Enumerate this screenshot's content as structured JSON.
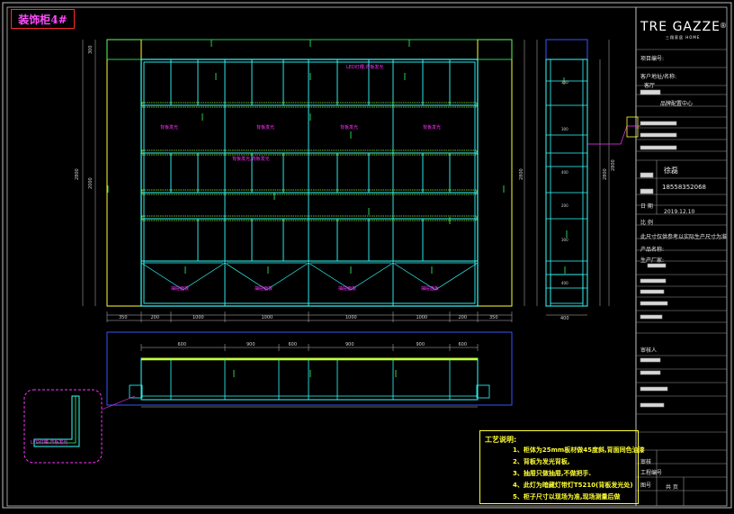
{
  "drawing_title": "装饰柜4#",
  "brand": {
    "logo": "TRE GAZZE",
    "logo_mark": "®",
    "tagline": "三翔家居 HOME"
  },
  "title_block": {
    "field_project": "项目编号:",
    "field_address": "客户地址/名称:",
    "room": "客厅",
    "category": "品牌配置中心",
    "designer_name": "徐磊",
    "phone": "18558352068",
    "date_label": "日 期",
    "date_value": "2019.12.10",
    "scale_label": "比 例",
    "disclaimer": "此尺寸仅供参考以实际生产尺寸为准",
    "product_name": "产品名称:",
    "manufacturer": "生产厂家:",
    "fields_extra": [
      "",
      "",
      "",
      ""
    ],
    "approver": "审核人",
    "sign_rows": [
      "审核",
      "工程编号",
      "图号"
    ],
    "page_label": "共 页"
  },
  "labels": {
    "glass_shelf": "背板发光",
    "lamp_note": "LED灯槽,背板发光",
    "lamp_note2": "背板发光,背板发光",
    "drawer": "抽屉面板",
    "detail_note": "LED灯带,背板发光"
  },
  "dims": {
    "top_h": "300",
    "total_h": "2800",
    "left_h": "2000",
    "right_h": "2800",
    "side_w": "400",
    "bottom_parts": [
      "350",
      "200",
      "1000",
      "1000",
      "1000",
      "1000",
      "200",
      "350"
    ],
    "plan_parts": [
      "600",
      "900",
      "600",
      "900",
      "900",
      "600"
    ],
    "side_sections": [
      "350",
      "300",
      "400",
      "200",
      "300",
      "400"
    ]
  },
  "notes": {
    "heading": "工艺说明:",
    "lines": [
      "1、柜体为25mm板材做45度斜,背面同色油漆",
      "2、背板为发光背板,",
      "3、抽屉只做抽屉,不做把手.",
      "4、此灯为暗藏灯带灯T5210(背板发光处)",
      "5、柜子尺寸以现场为准,现场测量后做"
    ]
  }
}
